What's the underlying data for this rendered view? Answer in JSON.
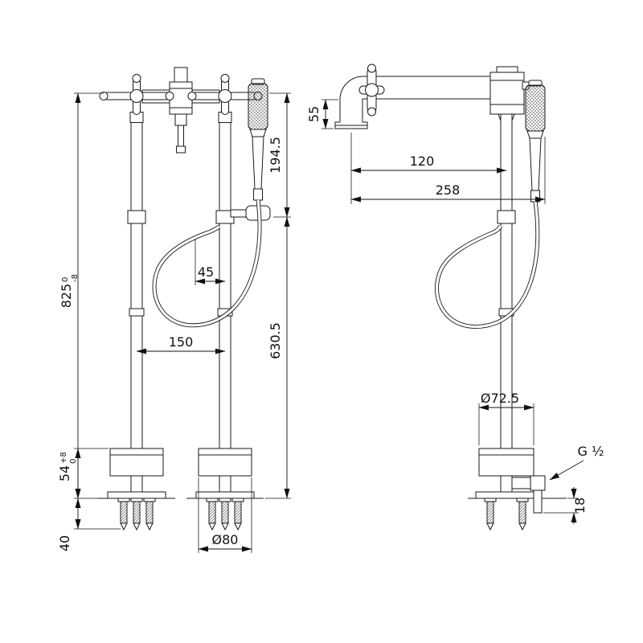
{
  "dimensions": {
    "front": {
      "overall_height": "825",
      "overall_height_tol_upper": "0",
      "overall_height_tol_lower": "-8",
      "upper_section_height": "194.5",
      "hose_connection_offset": "45",
      "riser_spacing": "150",
      "lower_section_height": "630.5",
      "base_cover_height": "54",
      "base_cover_tol_upper": "+8",
      "base_cover_tol_lower": "0",
      "anchor_depth": "40",
      "base_cover_diameter": "Ø80"
    },
    "side": {
      "spout_mouth_drop": "55",
      "spout_reach": "120",
      "overall_depth": "258",
      "base_cover_diameter": "Ø72.5",
      "inlet_thread": "G ½",
      "floor_protrusion": "18"
    }
  }
}
